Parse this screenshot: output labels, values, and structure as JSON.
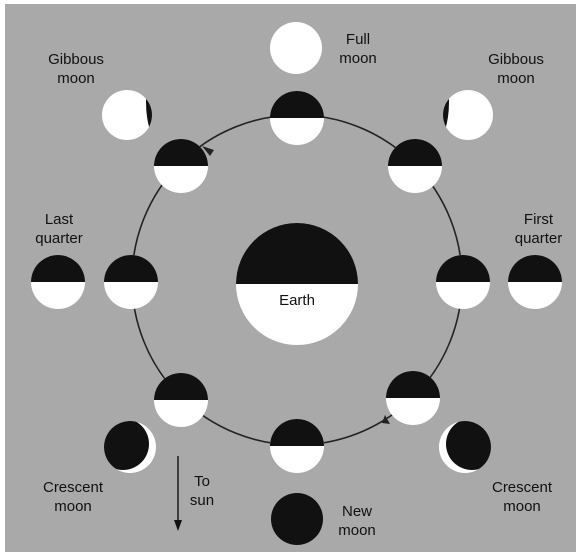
{
  "colors": {
    "background": "#a9a9a9",
    "dark_side": "#111111",
    "lit_side": "#ffffff",
    "orbit": "#222222"
  },
  "center": {
    "label": "Earth"
  },
  "labels": {
    "full_moon": "Full\nmoon",
    "gibbous_left": "Gibbous\nmoon",
    "gibbous_right": "Gibbous\nmoon",
    "last_quarter": "Last\nquarter",
    "first_quarter": "First\nquarter",
    "crescent_left": "Crescent\nmoon",
    "crescent_right": "Crescent\nmoon",
    "new_moon": "New\nmoon",
    "to_sun": "To\nsun"
  }
}
